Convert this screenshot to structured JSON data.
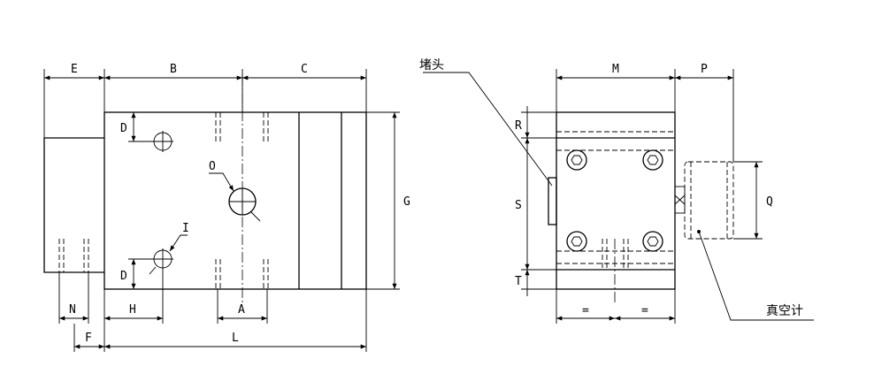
{
  "labels": {
    "E": "E",
    "B": "B",
    "C": "C",
    "D_top": "D",
    "D_bottom": "D",
    "O": "O",
    "I": "I",
    "G": "G",
    "N": "N",
    "H": "H",
    "A": "A",
    "F": "F",
    "L": "L",
    "M": "M",
    "P": "P",
    "R": "R",
    "S": "S",
    "T": "T",
    "Q": "Q",
    "eq_left": "=",
    "eq_right": "="
  },
  "callouts": {
    "plug": "堵头",
    "vacuum_gauge": "真空计"
  }
}
